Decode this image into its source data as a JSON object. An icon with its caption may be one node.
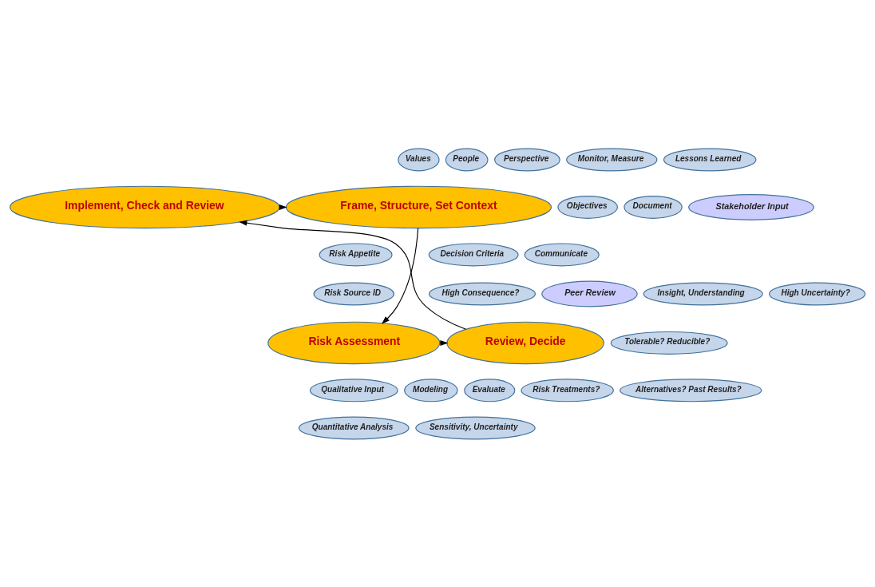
{
  "diagram": {
    "nodes": [
      {
        "text": [
          "Values"
        ]
      },
      {
        "text": [
          "People"
        ]
      },
      {
        "text": [
          "Perspective"
        ]
      },
      {
        "text": [
          "Frame, Structure, Set Context"
        ]
      },
      {
        "text": [
          "Objectives"
        ]
      },
      {
        "text": [
          "Risk Appetite"
        ]
      },
      {
        "text": [
          "Decision Criteria"
        ]
      },
      {
        "text": [
          "Monitor, Measure"
        ]
      },
      {
        "text": [
          "Implement, Check and Review"
        ]
      },
      {
        "text": [
          "Lessons Learned"
        ]
      },
      {
        "text": [
          "Document"
        ]
      },
      {
        "text": [
          "Communicate"
        ]
      },
      {
        "text": [
          "Stakeholder Input"
        ]
      },
      {
        "text": [
          "High Consequence?"
        ]
      },
      {
        "text": [
          "Risk Source ID"
        ]
      },
      {
        "text": [
          "Peer Review"
        ]
      },
      {
        "text": [
          "Insight, Understanding"
        ]
      },
      {
        "text": [
          "High Uncertainty?"
        ]
      },
      {
        "text": [
          "Risk Assessment"
        ]
      },
      {
        "text": [
          "Review, Decide"
        ]
      },
      {
        "text": [
          "Tolerable? Reducible?"
        ]
      },
      {
        "text": [
          "Qualitative Input"
        ]
      },
      {
        "text": [
          "Modeling"
        ]
      },
      {
        "text": [
          "Evaluate"
        ]
      },
      {
        "text": [
          "Risk Treatments?"
        ]
      },
      {
        "text": [
          "Alternatives? Past Results?"
        ]
      },
      {
        "text": [
          "Quantitative Analysis"
        ]
      },
      {
        "text": [
          "Sensitivity, Uncertainty"
        ]
      }
    ],
    "edges": [
      {
        "from": 3,
        "to": 18,
        "arrow": "to"
      },
      {
        "from": 18,
        "to": 19,
        "arrow": "to"
      },
      {
        "from": 19,
        "to": 8,
        "arrow": "to"
      },
      {
        "from": 8,
        "to": 3,
        "arrow": "to"
      }
    ]
  }
}
